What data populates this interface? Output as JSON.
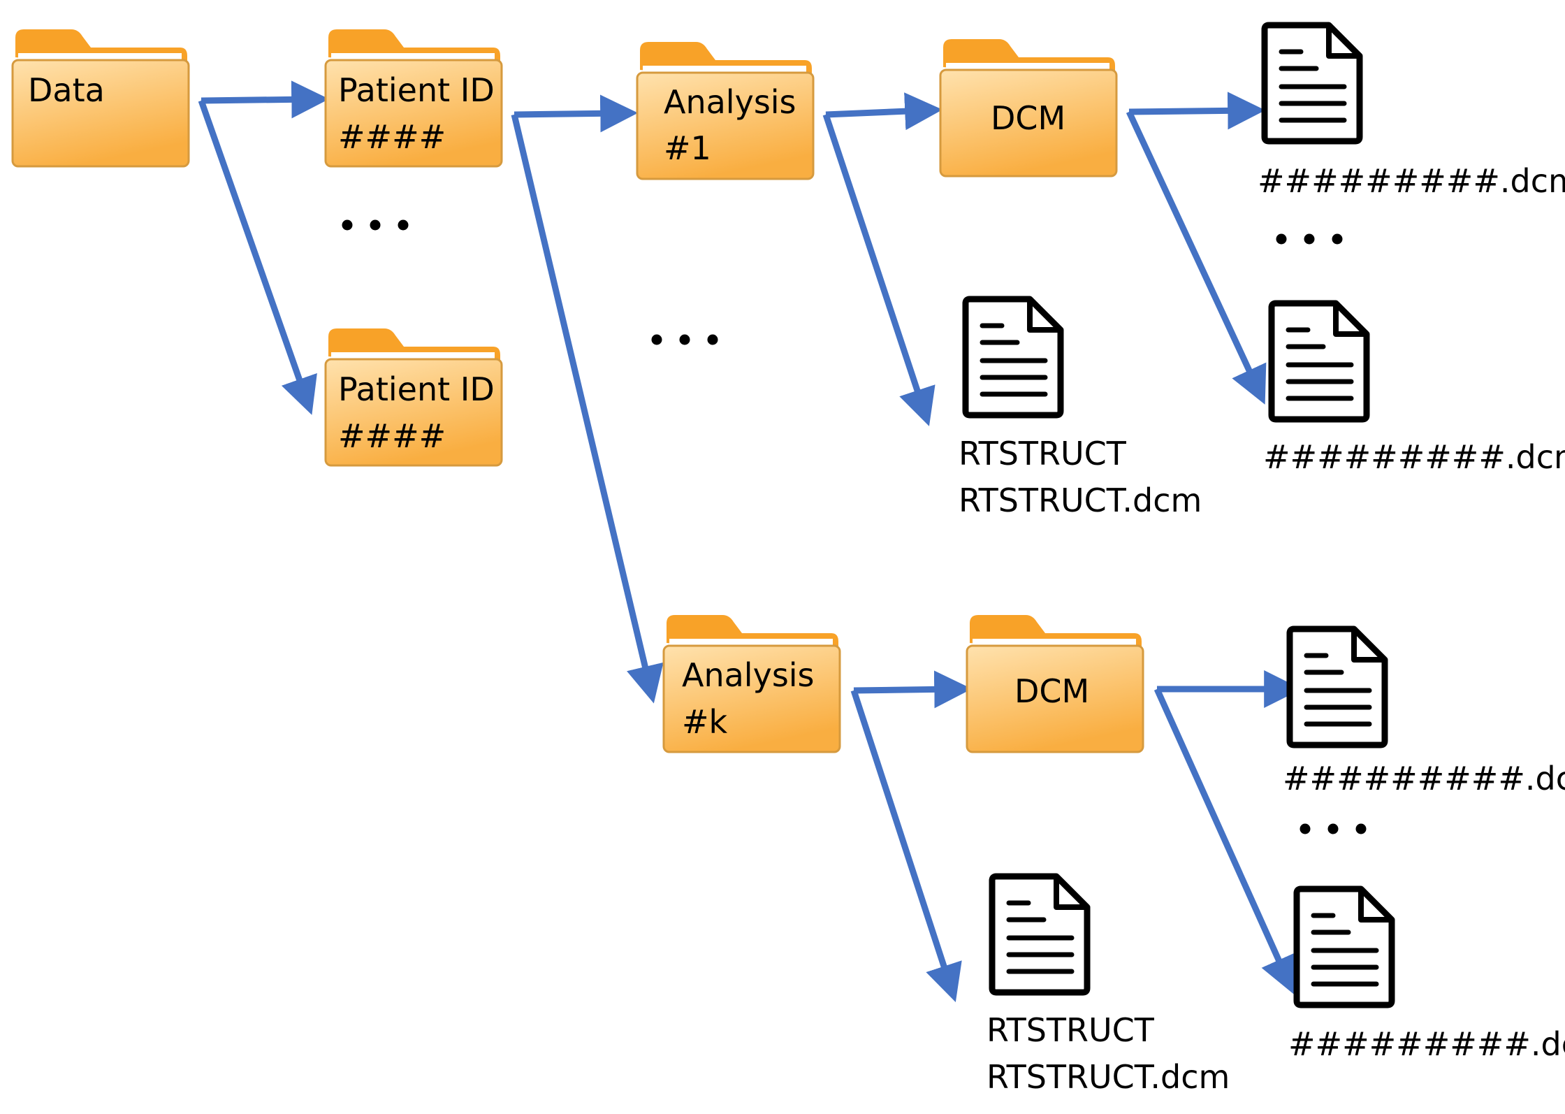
{
  "colors": {
    "arrow": "#4472C4",
    "folder_body_top": "#FFD89A",
    "folder_body_bottom": "#F9AE41",
    "folder_tab": "#F8A228",
    "folder_paper": "#FFFFFF",
    "folder_edge": "#D69A3E",
    "file_stroke": "#000000",
    "text": "#000000"
  },
  "icons": {
    "folder": "folder-icon",
    "file": "document-icon"
  },
  "folders": [
    {
      "id": "data",
      "lines": [
        "Data"
      ]
    },
    {
      "id": "patient-1",
      "lines": [
        "Patient ID",
        "####"
      ]
    },
    {
      "id": "patient-2",
      "lines": [
        "Patient ID",
        "####"
      ]
    },
    {
      "id": "analysis-1",
      "lines": [
        "Analysis",
        "#1"
      ]
    },
    {
      "id": "analysis-k",
      "lines": [
        "Analysis",
        "#k"
      ]
    },
    {
      "id": "dcm-1",
      "lines": [
        "DCM"
      ]
    },
    {
      "id": "dcm-k",
      "lines": [
        "DCM"
      ]
    }
  ],
  "files": [
    {
      "id": "dcm-1-file-a",
      "lines": [
        "#########.dcm"
      ]
    },
    {
      "id": "dcm-1-file-b",
      "lines": [
        "#########.dcm"
      ]
    },
    {
      "id": "rtstruct-1",
      "lines": [
        "RTSTRUCT",
        "RTSTRUCT.dcm"
      ]
    },
    {
      "id": "dcm-k-file-a",
      "lines": [
        "#########.dcm"
      ]
    },
    {
      "id": "dcm-k-file-b",
      "lines": [
        "#########.dcm"
      ]
    },
    {
      "id": "rtstruct-k",
      "lines": [
        "RTSTRUCT",
        "RTSTRUCT.dcm"
      ]
    }
  ],
  "ellipsis": "..."
}
